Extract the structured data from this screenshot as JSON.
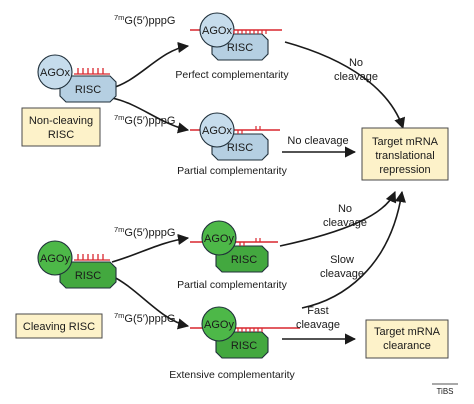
{
  "colors": {
    "mrna": "#d9272e",
    "arrow": "#1a1a1a",
    "box_fill": "#fdf2c9",
    "box_stroke": "#4a4a4a",
    "ago_x_fill": "#c6dcec",
    "risc_x_fill": "#b5cfe2",
    "ago_y_fill": "#4db848",
    "risc_y_fill": "#43a83f",
    "protein_stroke": "#1f2f3a"
  },
  "cap_label": "G(5′)pppG",
  "cap_superscript": "7m",
  "protein": {
    "ago_x": "AGOx",
    "ago_y": "AGOy",
    "risc": "RISC"
  },
  "boxes": {
    "non_cleaving": [
      "Non-cleaving",
      "RISC"
    ],
    "cleaving": [
      "Cleaving RISC"
    ],
    "repression": [
      "Target mRNA",
      "translational",
      "repression"
    ],
    "clearance": [
      "Target mRNA",
      "clearance"
    ]
  },
  "complementarity": {
    "perfect": "Perfect complementarity",
    "partial_x": "Partial complementarity",
    "partial_y": "Partial complementarity",
    "extensive": "Extensive complementarity"
  },
  "outcomes": {
    "no_cleavage_top": [
      "No",
      "cleavage"
    ],
    "no_cleavage_mid": "No cleavage",
    "no_cleavage_y": [
      "No",
      "cleavage"
    ],
    "slow_cleavage": [
      "Slow",
      "cleavage"
    ],
    "fast_cleavage": [
      "Fast",
      "cleavage"
    ]
  },
  "source": "TiBS"
}
